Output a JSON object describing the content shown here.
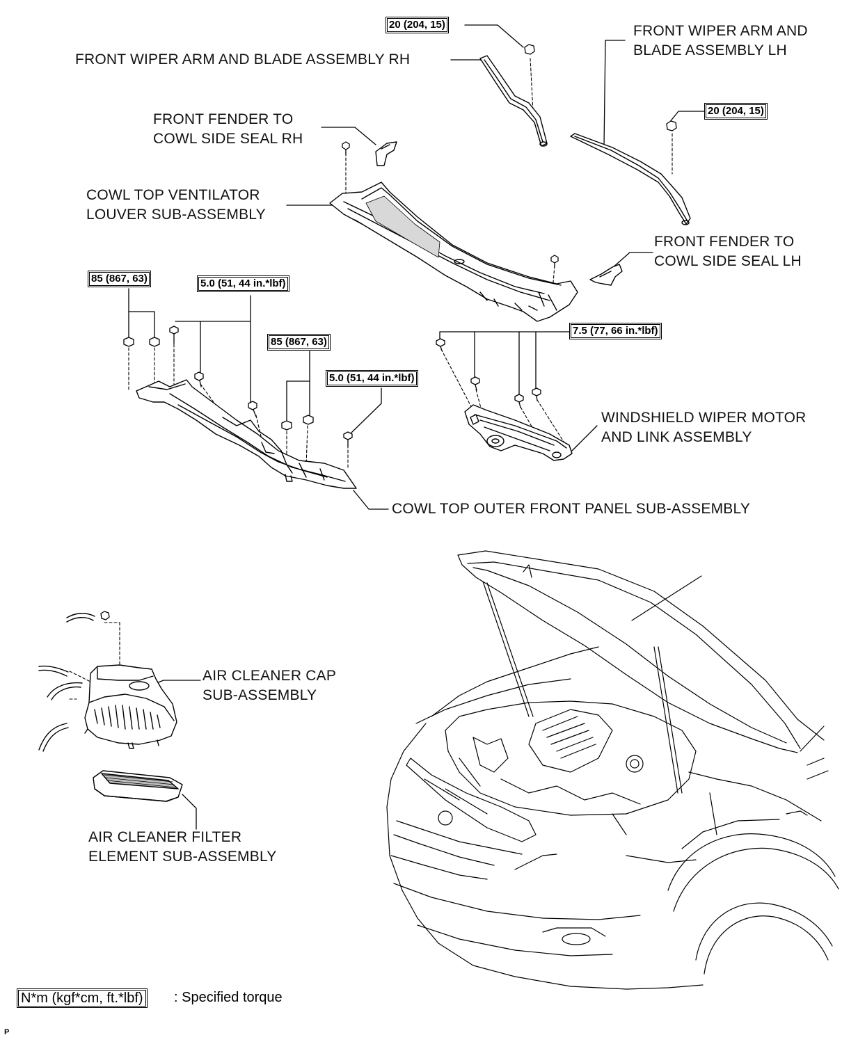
{
  "labels": {
    "wiper_rh": "FRONT WIPER ARM AND BLADE ASSEMBLY RH",
    "wiper_lh_1": "FRONT WIPER ARM AND",
    "wiper_lh_2": "BLADE ASSEMBLY LH",
    "seal_rh_1": "FRONT FENDER TO",
    "seal_rh_2": "COWL SIDE SEAL RH",
    "louver_1": "COWL TOP VENTILATOR",
    "louver_2": "LOUVER SUB-ASSEMBLY",
    "seal_lh_1": "FRONT FENDER TO",
    "seal_lh_2": "COWL SIDE SEAL LH",
    "motor_1": "WINDSHIELD WIPER MOTOR",
    "motor_2": "AND LINK ASSEMBLY",
    "outer_panel": "COWL TOP OUTER FRONT PANEL SUB-ASSEMBLY",
    "cap_1": "AIR CLEANER CAP",
    "cap_2": "SUB-ASSEMBLY",
    "filter_1": "AIR CLEANER FILTER",
    "filter_2": "ELEMENT SUB-ASSEMBLY"
  },
  "torques": {
    "wiper_rh_nut": "20 (204, 15)",
    "wiper_lh_nut": "20 (204, 15)",
    "panel_nut_left": "85 (867, 63)",
    "panel_bolt_top": "5.0 (51, 44 in.*lbf)",
    "panel_nut_mid": "85 (867, 63)",
    "panel_bolt_right": "5.0 (51, 44 in.*lbf)",
    "motor_bolts": "7.5 (77, 66 in.*lbf)"
  },
  "legend": {
    "unit_box": "N*m (kgf*cm, ft.*lbf)",
    "description": ": Specified torque"
  },
  "page_mark": "P"
}
